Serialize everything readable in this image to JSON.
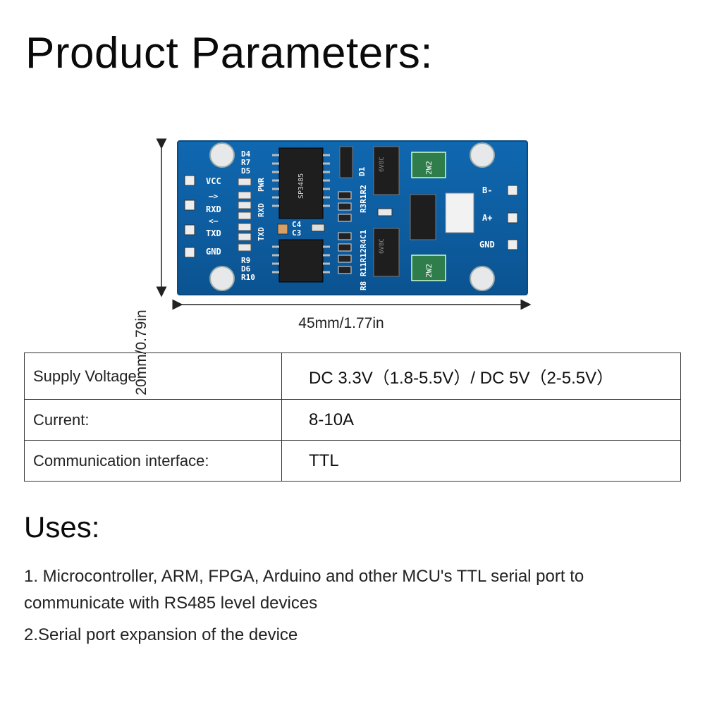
{
  "title": "Product Parameters:",
  "board": {
    "height_label": "20mm/0.79in",
    "width_label": "45mm/1.77in",
    "left_pins": [
      "VCC",
      "RXD",
      "TXD",
      "GND"
    ],
    "right_pins": [
      "B-",
      "A+",
      "GND"
    ],
    "silkscreen": {
      "top_refs": [
        "D4",
        "R7",
        "D5"
      ],
      "bottom_refs": [
        "R9",
        "D6",
        "R10"
      ],
      "pwr": "PWR",
      "rxd": "RXD",
      "txd": "TXD",
      "c4": "C4",
      "c3": "C3",
      "d1": "D1",
      "r_upper": "R3R1R2",
      "r_lower": "R8 R11R12R4C1",
      "fuse": "2W2",
      "diode": "6V8C",
      "chip": "SP3485"
    },
    "colors": {
      "pcb": "#0d5c9e",
      "pcb_edge": "#0a4a80",
      "silk": "#ffffff",
      "pad": "#d9d9d9"
    }
  },
  "parameters": [
    {
      "label": "Supply Voltage:",
      "value": "DC 3.3V（1.8-5.5V）/ DC 5V（2-5.5V）"
    },
    {
      "label": "Current:",
      "value": "8-10A"
    },
    {
      "label": "Communication interface:",
      "value": "TTL"
    }
  ],
  "uses": {
    "title": "Uses:",
    "items": [
      "1. Microcontroller, ARM, FPGA, Arduino and other MCU's TTL serial port to communicate with RS485 level devices",
      "2.Serial port expansion of the device"
    ]
  }
}
